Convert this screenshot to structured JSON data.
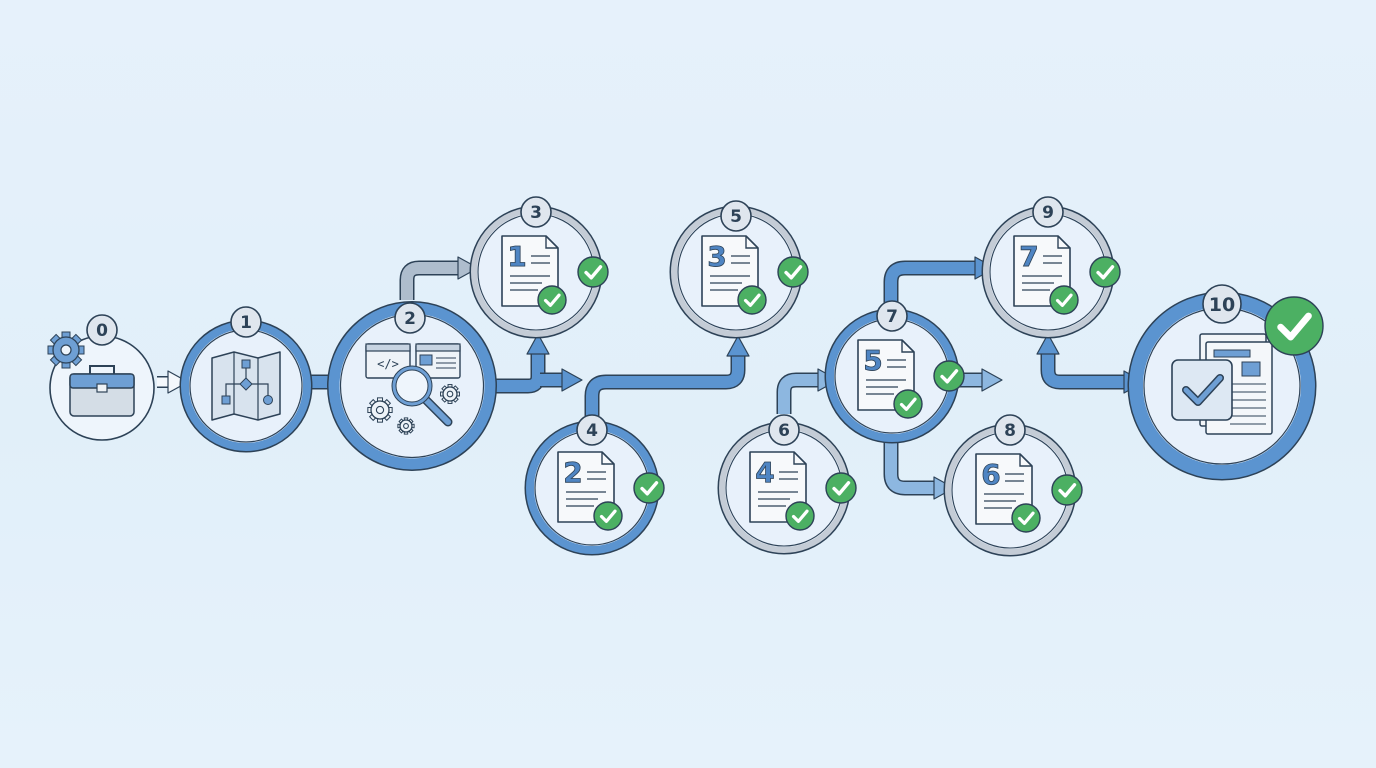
{
  "colors": {
    "dark_stroke": "#2d4257",
    "blue": "#5b94d0",
    "blue_light": "#8db7e0",
    "gray_ring": "#c4ccd6",
    "gray_arrow": "#aebdcd",
    "node_fill": "#e8f1fb",
    "green": "#4cb063",
    "icon_blue": "#6e9fd4"
  },
  "steps": [
    {
      "id": "0",
      "badge": "0",
      "icon": "toolbox-gears-icon"
    },
    {
      "id": "1",
      "badge": "1",
      "icon": "flowchart-map-icon"
    },
    {
      "id": "2",
      "badge": "2",
      "icon": "code-search-gears-icon"
    },
    {
      "id": "3",
      "badge": "3",
      "icon": "document-check-icon",
      "doc": "1"
    },
    {
      "id": "4",
      "badge": "4",
      "icon": "document-check-icon",
      "doc": "2"
    },
    {
      "id": "5",
      "badge": "5",
      "icon": "document-check-icon",
      "doc": "3"
    },
    {
      "id": "6",
      "badge": "6",
      "icon": "document-check-icon",
      "doc": "4"
    },
    {
      "id": "7",
      "badge": "7",
      "icon": "document-check-icon",
      "doc": "5"
    },
    {
      "id": "8",
      "badge": "8",
      "icon": "document-check-icon",
      "doc": "6"
    },
    {
      "id": "9",
      "badge": "9",
      "icon": "document-check-icon",
      "doc": "7"
    },
    {
      "id": "10",
      "badge": "10",
      "icon": "final-documents-check-icon"
    }
  ]
}
